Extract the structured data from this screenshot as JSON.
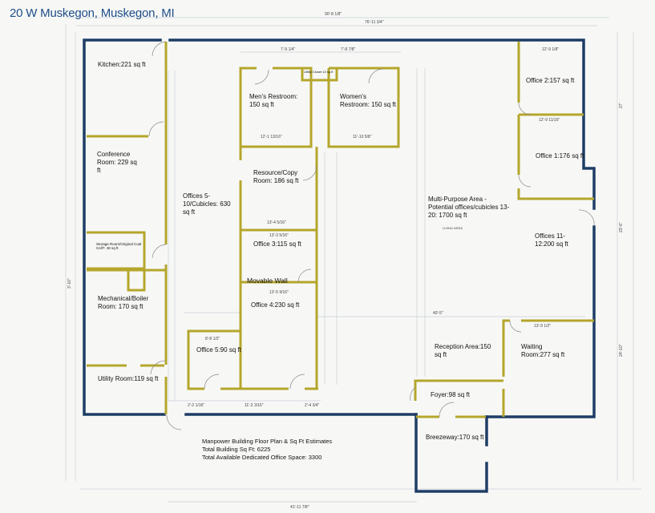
{
  "title": "20 W Muskegon, Muskegon, MI",
  "rooms": {
    "kitchen": "Kitchen:221 sq ft",
    "conference": "Conference Room: 229 sq ft",
    "storage": "Storage Room/Original Coal Cell?: 48 sq ft",
    "mechanical": "Mechanical/Boiler Room: 170 sq ft",
    "utility": "Utility Room:119 sq ft",
    "offices_5_10": "Offices 5-10/Cubicles: 630 sq ft",
    "mens": "Men's Restroom: 150 sq ft",
    "womens": "Women's Restroom: 150 sq ft",
    "closet": "Utility Closet 10 sq ft",
    "resource": "Resource/Copy Room: 186 sq ft",
    "office3": "Office 3:115 sq ft",
    "movable_wall": "Movable Wall",
    "office4": "Office 4:230 sq ft",
    "office5": "Office 5:90 sq ft",
    "multipurpose": "Multi-Purpose Area - Potential offices/cubicles 13-20: 1700 sq ft",
    "living_area": "LIVING AREA",
    "office2": "Office 2:157 sq ft",
    "office1": "Office 1:176 sq ft",
    "offices_11_12": "Offices 11-12:200 sq ft",
    "reception": "Reception Area:150 sq ft",
    "waiting": "Waiting Room:277 sq ft",
    "foyer": "Foyer:98 sq ft",
    "breezeway": "Breezeway:170 sq ft"
  },
  "notes": {
    "line1": "Manpower Building Floor Plan & Sq Ft Estimates",
    "line2": "Total Building Sq Ft: 6225",
    "line3": "Total Available Dedicated Office Space: 3300"
  },
  "dimensions": {
    "top_total": "90'-8 1/8\"",
    "top_inner": "76'-11 3/4\"",
    "top_a": "7'-9 1/4\"",
    "top_b": "7'-8 7/8\"",
    "mens_w": "12'-1 13/16\"",
    "womens_w": "11'-10 5/8\"",
    "resource_w": "13'-4 5/16\"",
    "office3_w": "13'-3 5/16\"",
    "office4_w": "13'-5 9/16\"",
    "office5_w": "8'-8 1/2\"",
    "office2_w": "12'-9 1/8\"",
    "office1_w": "12'-9 11/16\"",
    "waiting_w": "13'-9 1/2\"",
    "mid_40": "40'-5\"",
    "right_27": "27'",
    "right_23": "23'-6\"",
    "right_24": "24'-10\"",
    "bottom_a": "2'-2 1/16\"",
    "bottom_b": "11'-2 3/16\"",
    "bottom_c": "2'-4 3/4\"",
    "bottom_total": "41'-11 7/8\"",
    "left_a": "3'-10\""
  }
}
